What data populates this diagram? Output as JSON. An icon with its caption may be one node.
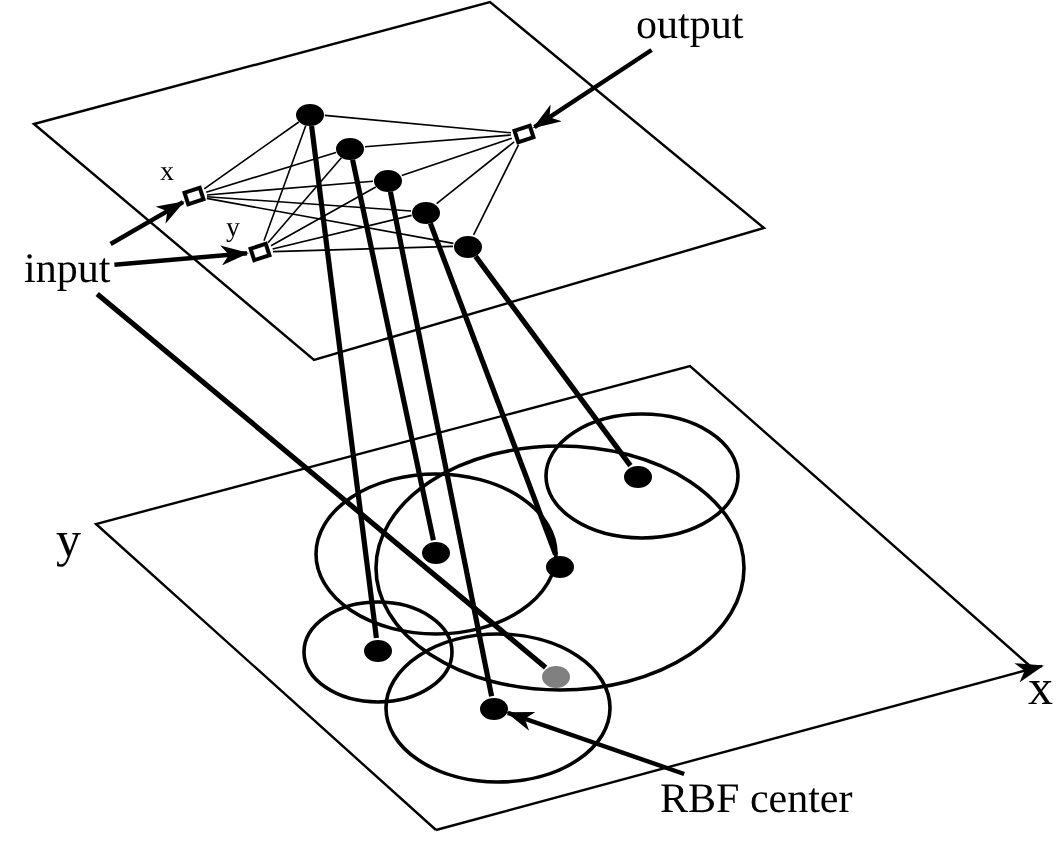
{
  "diagram": {
    "nodes": [
      {
        "text": [
          "input"
        ]
      },
      {
        "text": [
          "output"
        ]
      },
      {
        "text": [
          "RBF center"
        ]
      },
      {
        "text": [],
        "shape": "box",
        "beside": [
          "x"
        ]
      },
      {
        "text": [],
        "shape": "box",
        "beside": [
          "y"
        ]
      },
      {
        "text": [],
        "shape": "box"
      },
      {
        "text": [],
        "shape": "circle"
      },
      {
        "text": [],
        "shape": "circle"
      },
      {
        "text": [],
        "shape": "circle"
      },
      {
        "text": [],
        "shape": "circle"
      },
      {
        "text": [],
        "shape": "circle"
      },
      {
        "text": [],
        "shape": "circle"
      },
      {
        "text": [],
        "shape": "circle"
      },
      {
        "text": [],
        "shape": "circle"
      },
      {
        "text": [],
        "shape": "circle"
      },
      {
        "text": [],
        "shape": "circle"
      },
      {
        "text": [],
        "shape": "circle"
      }
    ],
    "edges": [
      {
        "from": 0,
        "to": 3,
        "arrow": "to"
      },
      {
        "from": 0,
        "to": 4,
        "arrow": "to"
      },
      {
        "from": 1,
        "to": 5,
        "arrow": "to"
      },
      {
        "from": 2,
        "to": 13,
        "arrow": "to"
      },
      {
        "from": 0,
        "to": 16,
        "arrow": "none",
        "style": "thick"
      },
      {
        "from": 3,
        "to": 6,
        "arrow": "none"
      },
      {
        "from": 3,
        "to": 7,
        "arrow": "none"
      },
      {
        "from": 3,
        "to": 8,
        "arrow": "none"
      },
      {
        "from": 3,
        "to": 9,
        "arrow": "none"
      },
      {
        "from": 3,
        "to": 10,
        "arrow": "none"
      },
      {
        "from": 4,
        "to": 6,
        "arrow": "none"
      },
      {
        "from": 4,
        "to": 7,
        "arrow": "none"
      },
      {
        "from": 4,
        "to": 8,
        "arrow": "none"
      },
      {
        "from": 4,
        "to": 9,
        "arrow": "none"
      },
      {
        "from": 4,
        "to": 10,
        "arrow": "none"
      },
      {
        "from": 6,
        "to": 5,
        "arrow": "none"
      },
      {
        "from": 7,
        "to": 5,
        "arrow": "none"
      },
      {
        "from": 8,
        "to": 5,
        "arrow": "none"
      },
      {
        "from": 9,
        "to": 5,
        "arrow": "none"
      },
      {
        "from": 10,
        "to": 5,
        "arrow": "none"
      },
      {
        "from": 6,
        "to": 11,
        "arrow": "none",
        "style": "thick"
      },
      {
        "from": 7,
        "to": 12,
        "arrow": "none",
        "style": "thick"
      },
      {
        "from": 8,
        "to": 13,
        "arrow": "none",
        "style": "thick"
      },
      {
        "from": 9,
        "to": 14,
        "arrow": "none",
        "style": "thick"
      },
      {
        "from": 10,
        "to": 15,
        "arrow": "none",
        "style": "thick"
      }
    ],
    "labels": [
      "y",
      "x"
    ]
  }
}
